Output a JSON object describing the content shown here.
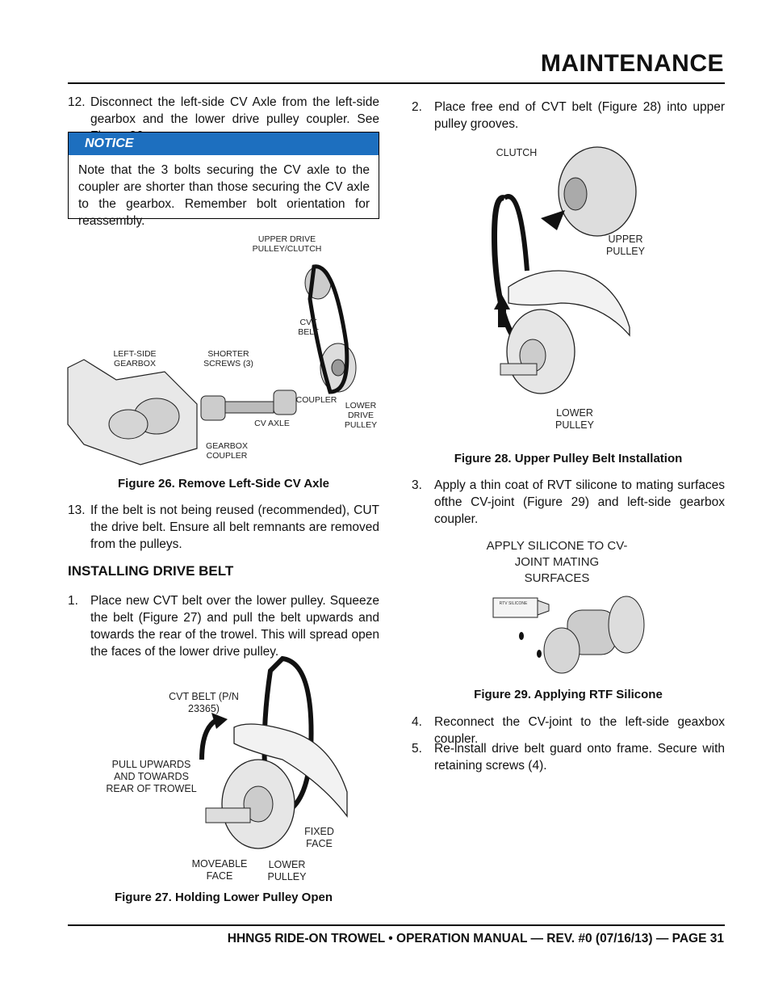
{
  "header": {
    "title": "MAINTENANCE"
  },
  "left": {
    "step12": {
      "num": "12.",
      "text": "Disconnect the left-side CV Axle from the left-side gearbox and the lower drive pulley coupler. See Figure 26."
    },
    "notice": {
      "label": "NOTICE",
      "text": "Note that the 3 bolts securing the CV axle to the coupler are shorter than those securing the CV axle to the gearbox. Remember bolt orientation for reassembly."
    },
    "fig26": {
      "caption": "Figure 26. Remove Left-Side CV Axle",
      "labels": {
        "upper_drive": "UPPER DRIVE PULLEY/CLUTCH",
        "cvt_belt": "CVT BELT",
        "left_gearbox": "LEFT-SIDE GEARBOX",
        "shorter_screws": "SHORTER SCREWS (3)",
        "coupler": "COUPLER",
        "lower_drive": "LOWER DRIVE PULLEY",
        "cv_axle": "CV AXLE",
        "gearbox_coupler": "GEARBOX COUPLER"
      }
    },
    "step13": {
      "num": "13.",
      "text": "If the belt is not being reused (recommended), CUT the drive belt. Ensure all belt remnants are removed from the pulleys."
    },
    "section": "INSTALLING DRIVE BELT",
    "step1": {
      "num": "1.",
      "text": "Place new CVT belt over the lower pulley. Squeeze the belt (Figure 27) and pull the belt upwards and towards the rear of the trowel. This will spread open the faces of the lower drive pulley."
    },
    "fig27": {
      "caption": "Figure 27. Holding Lower Pulley Open",
      "labels": {
        "cvt_belt": "CVT BELT (P/N 23365)",
        "pull": "PULL UPWARDS AND TOWARDS REAR OF TROWEL",
        "fixed": "FIXED FACE",
        "moveable": "MOVEABLE FACE",
        "lower": "LOWER PULLEY"
      }
    }
  },
  "right": {
    "step2": {
      "num": "2.",
      "text": "Place free end of CVT belt (Figure 28) into upper pulley grooves."
    },
    "fig28": {
      "caption": "Figure 28. Upper Pulley Belt Installation",
      "labels": {
        "clutch": "CLUTCH",
        "upper": "UPPER PULLEY",
        "lower": "LOWER PULLEY"
      }
    },
    "step3": {
      "num": "3.",
      "text": "Apply a thin coat of RVT silicone to mating surfaces ofthe CV-joint (Figure 29) and left-side gearbox coupler."
    },
    "fig29": {
      "caption": "Figure 29. Applying RTF Silicone",
      "labels": {
        "apply": "APPLY SILICONE TO CV-JOINT MATING SURFACES",
        "tube": "RTV SILICONE"
      }
    },
    "step4": {
      "num": "4.",
      "text": "Reconnect the CV-joint to the left-side geaxbox coupler."
    },
    "step5": {
      "num": "5.",
      "text": "Re-install drive belt guard onto frame. Secure with retaining screws (4)."
    }
  },
  "footer": {
    "text": "HHNG5 RIDE-ON TROWEL • OPERATION MANUAL — REV. #0 (07/16/13) — PAGE 31"
  }
}
